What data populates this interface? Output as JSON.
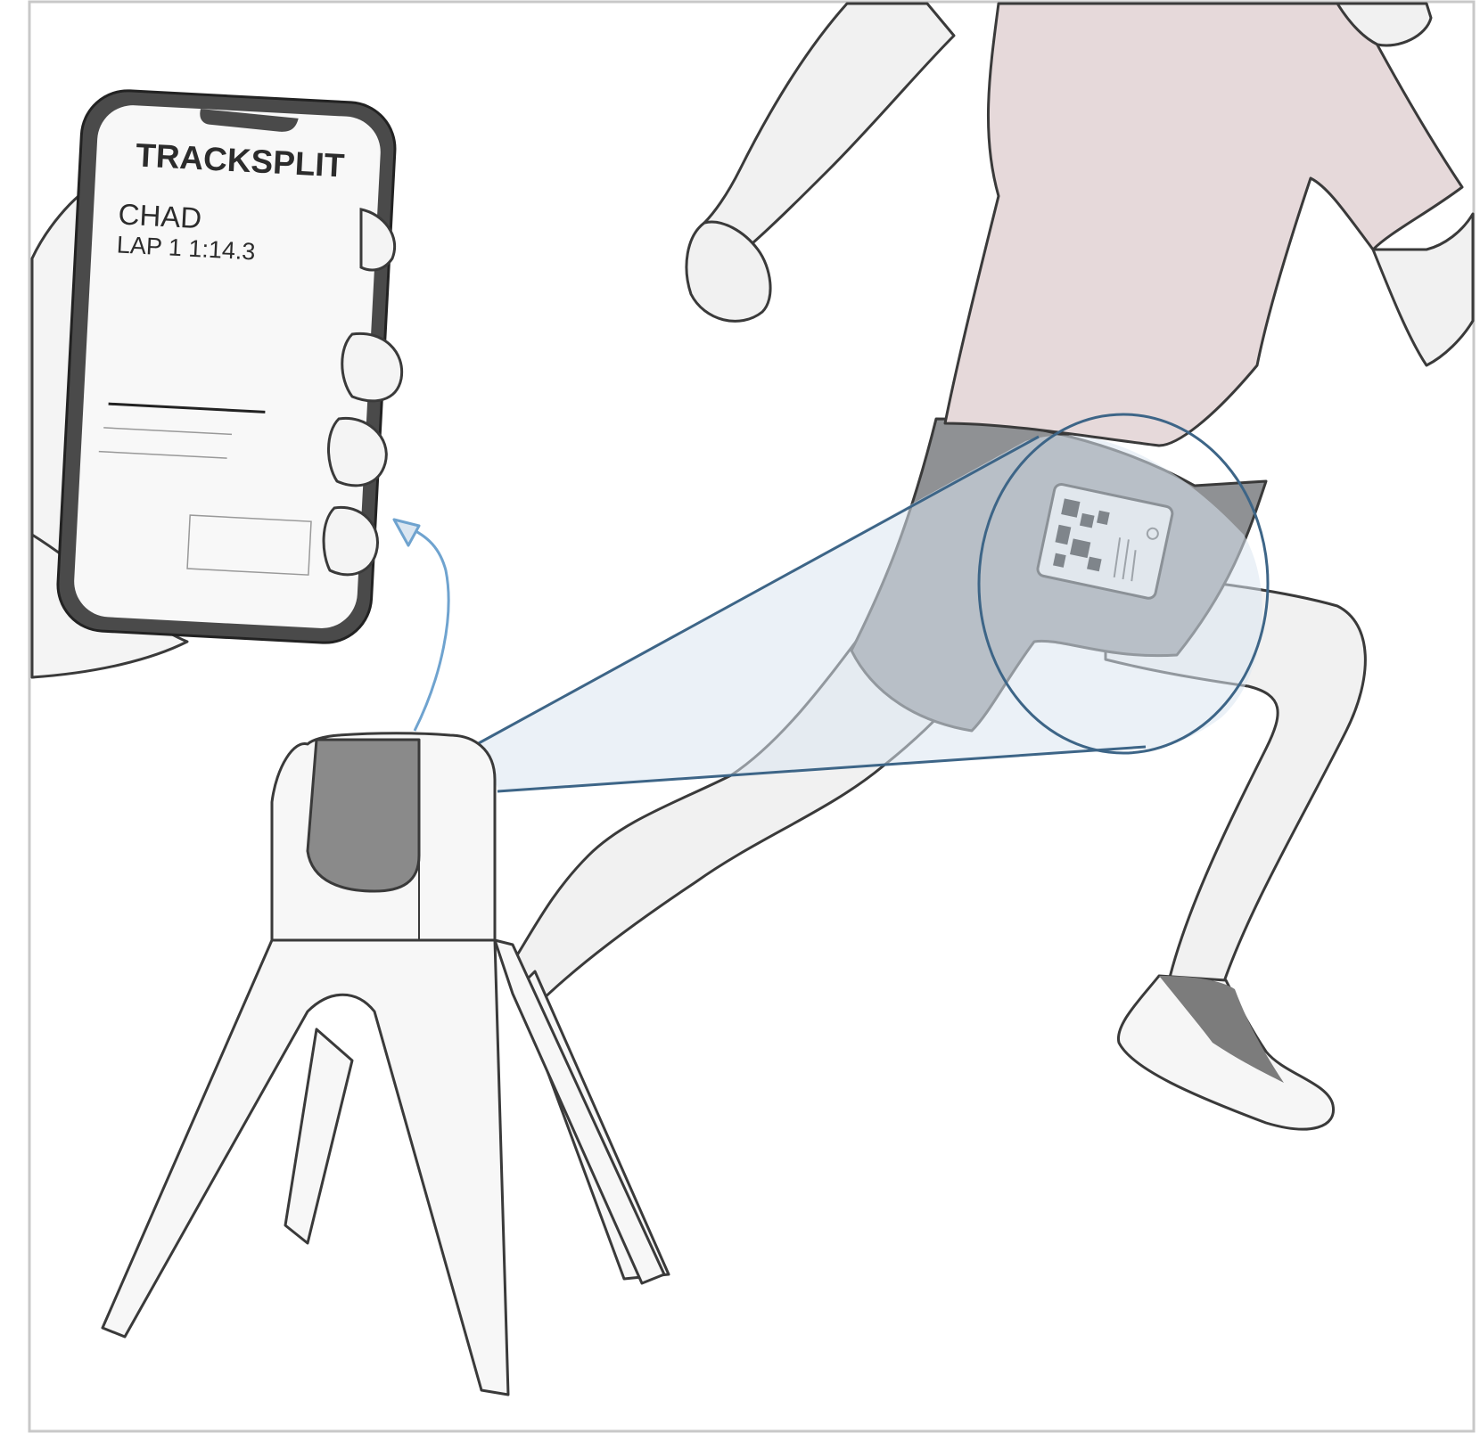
{
  "phone": {
    "app_title": "TRACKSPLIT",
    "runner_name": "CHAD",
    "lap_result": "LAP 1 1:14.3"
  },
  "colors": {
    "frame_border": "#c8c8c8",
    "shirt": "#e6d9da",
    "shorts": "#8f9194",
    "sensor_beam": "#3d6587",
    "beam_fill": "#dbe6f1",
    "arrow": "#6fa3cf",
    "sock": "#7c7c7c"
  },
  "icons": {
    "sensor_tag": "qr-tag-icon",
    "signal_arrow": "curved-arrow-icon"
  }
}
